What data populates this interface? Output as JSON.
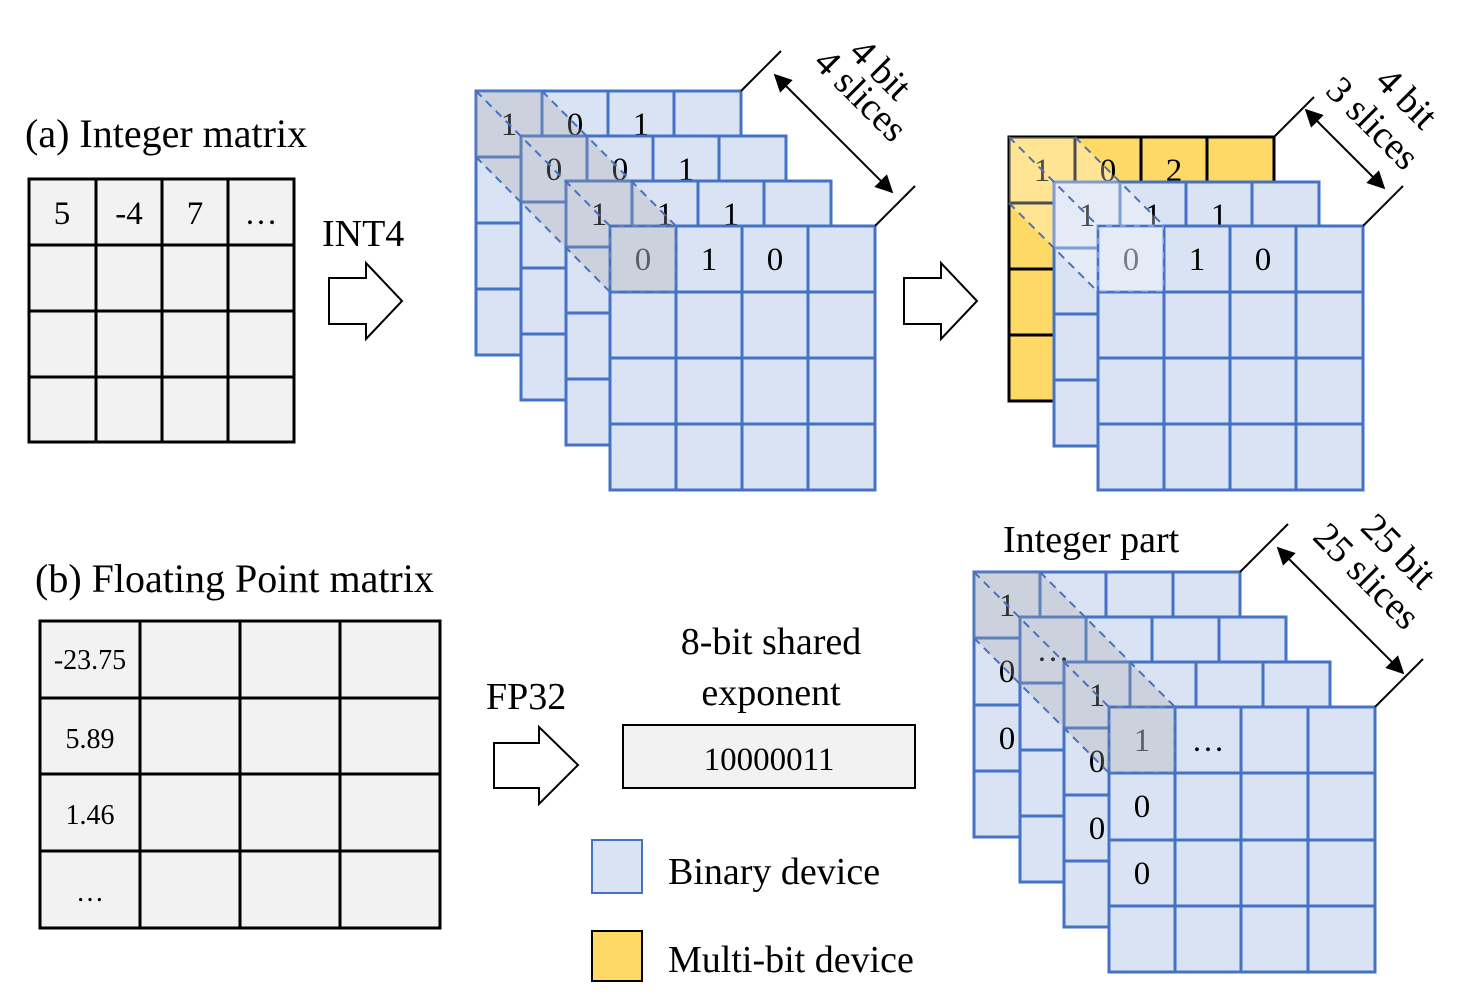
{
  "section_a": {
    "title": "(a) Integer matrix",
    "header_row": [
      "5",
      "-4",
      "7",
      "…"
    ],
    "format_label": "INT4",
    "binary_annotation": [
      "4 bit",
      "4 slices"
    ],
    "multibit_annotation": [
      "4 bit",
      "3 slices"
    ],
    "binary_slice_bits": [
      [
        "1",
        "0",
        "1"
      ],
      [
        "0",
        "0",
        "1"
      ],
      [
        "1",
        "1",
        "1"
      ],
      [
        "0",
        "1",
        "0"
      ]
    ],
    "multibit_slice_bits": [
      [
        "1",
        "0",
        "2"
      ],
      [
        "1",
        "1",
        "1"
      ],
      [
        "0",
        "1",
        "0"
      ]
    ]
  },
  "section_b": {
    "title": "(b) Floating Point matrix",
    "first_column": [
      "-23.75",
      "5.89",
      "1.46",
      "…"
    ],
    "format_label": "FP32",
    "exponent_label_line1": "8-bit shared",
    "exponent_label_line2": "exponent",
    "exponent_value": "10000011",
    "integer_part_label": "Integer part",
    "annotation": [
      "25 bit",
      "25 slices"
    ],
    "slice_bits": [
      [
        "1",
        "0",
        "0"
      ],
      [
        "…"
      ],
      [
        "1",
        "0",
        "0"
      ],
      [
        "1",
        "…",
        "0",
        "0"
      ]
    ]
  },
  "legend": [
    {
      "label": "Binary device",
      "color": "#dae3f3"
    },
    {
      "label": "Multi-bit device",
      "color": "#ffd966"
    }
  ],
  "colors": {
    "binary_fill": "#dae3f3",
    "binary_stroke": "#4472c4",
    "multibit_fill": "#ffd966",
    "matrix_fill": "#f2f2f2",
    "matrix_stroke": "#000000"
  }
}
